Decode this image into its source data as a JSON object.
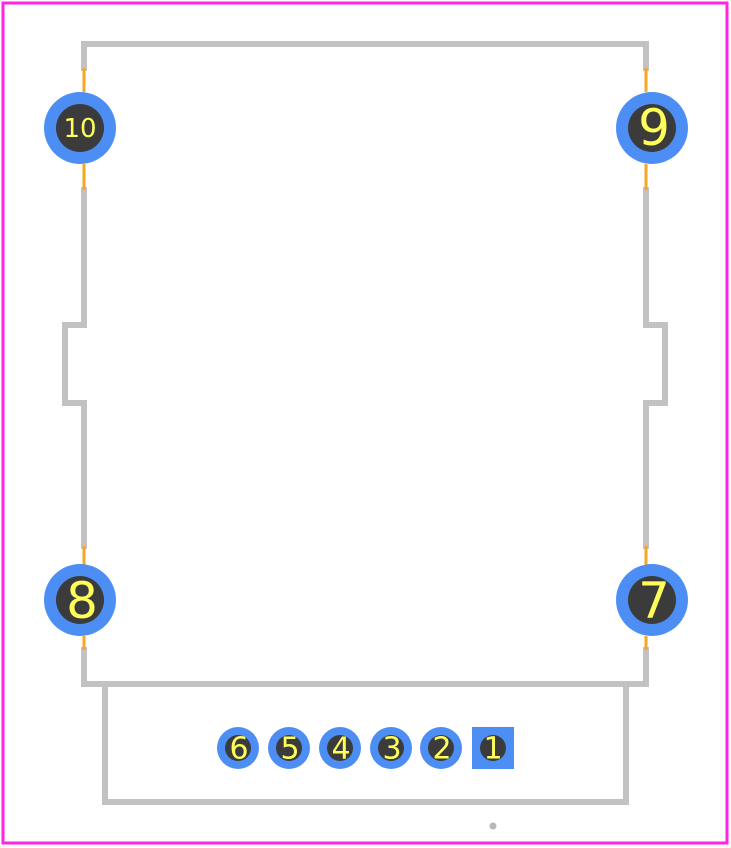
{
  "colors": {
    "board_outline": "#ff26e2",
    "silkscreen": "#c2c2c2",
    "pad": "#4d8ef5",
    "drill": "#3b3b3b",
    "pin_label": "#ffff5a",
    "courtyard_mark": "#f5a623",
    "origin_dot": "#b8b8b8"
  },
  "pins": {
    "p10": "10",
    "p9": "9",
    "p8": "8",
    "p7": "7",
    "p6": "6",
    "p5": "5",
    "p4": "4",
    "p3": "3",
    "p2": "2",
    "p1": "1"
  }
}
